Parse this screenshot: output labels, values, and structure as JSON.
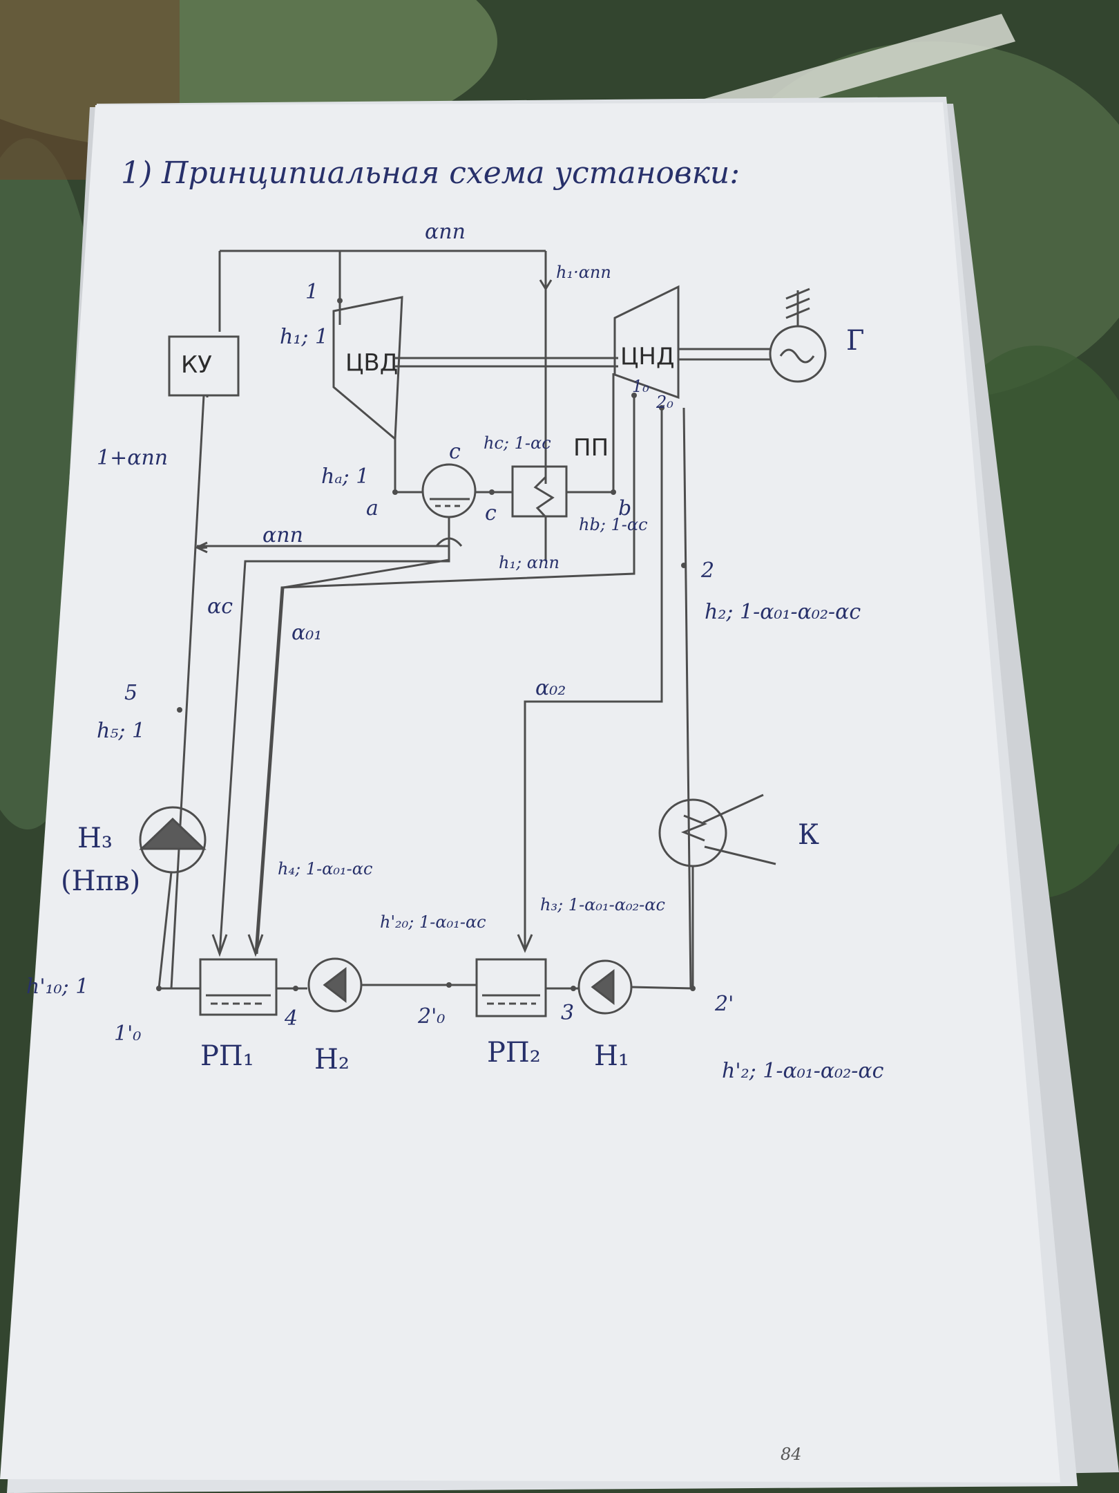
{
  "title": "1) Принципиальная схема установки:",
  "devices": {
    "ku": "КУ",
    "cvd": "ЦВД",
    "cnd": "ЦНД",
    "pp": "ПП",
    "generator": "Г",
    "condenser": "К",
    "rp1": "РП₁",
    "rp2": "РП₂",
    "h1": "Н₁",
    "h2": "Н₂",
    "h3": "Н₃",
    "hpv": "(Нпв)"
  },
  "labels": {
    "a_pp_top": "αпп",
    "h1_app": "h₁·αпп",
    "pt1": "1",
    "h1_1": "h₁; 1",
    "one_plus_app": "1+αпп",
    "ha_1": "hₐ; 1",
    "pt_a": "a",
    "pt_c_top": "c",
    "pt_c_mid": "c",
    "hc": "hc; 1-αc",
    "pt_b": "b",
    "hb": "hb; 1-αc",
    "pt_10": "1₀",
    "pt_20": "2₀",
    "a_pp_left": "αпп",
    "h1_app2": "h₁; αпп",
    "pt2": "2",
    "h2": "h₂; 1-α₀₁-α₀₂-αc",
    "ac": "αc",
    "a01": "α₀₁",
    "a02": "α₀₂",
    "pt5": "5",
    "h5": "h₅; 1",
    "h4": "h₄; 1-α₀₁-αc",
    "h20p": "h'₂₀; 1-α₀₁-αc",
    "h3": "h₃; 1-α₀₁-α₀₂-αc",
    "h10p": "h'₁₀; 1",
    "pt10p": "1'₀",
    "pt4": "4",
    "pt20p": "2'₀",
    "pt3": "3",
    "pt2p": "2'",
    "h2p": "h'₂; 1-α₀₁-α₀₂-αc"
  },
  "footer": {
    "page_num": "84"
  },
  "colors": {
    "paper": "#eceef1",
    "pencil": "#4a4a4a",
    "ink": "#27306a"
  }
}
